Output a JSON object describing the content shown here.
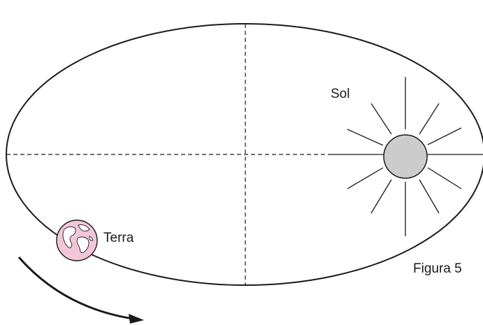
{
  "labels": {
    "sun": "Sol",
    "earth": "Terra",
    "figure": "Figura 5"
  },
  "colors": {
    "line": "#1a1a1a",
    "sun_fill": "#cccccc",
    "earth_fill": "#f2c6d8",
    "earth_land": "#ffffff"
  }
}
